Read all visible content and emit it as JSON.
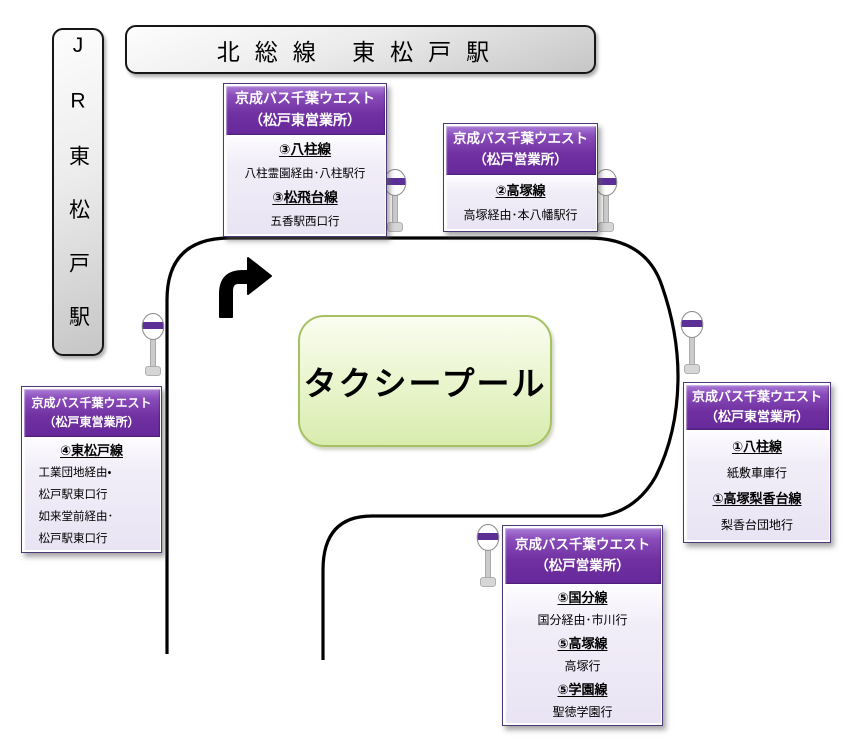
{
  "stations": {
    "jr": {
      "label": "JR東松戸駅"
    },
    "hokuso": {
      "label": "北総線 東松戸駅"
    }
  },
  "taxi_pool": {
    "label": "タクシープール"
  },
  "icons": {
    "bus_stop": "bus-stop-sign-icon",
    "turn_right": "turn-right-arrow-icon"
  },
  "colors": {
    "header_purple": "#7030a0",
    "body_lavender": "#e9e4f3",
    "bus_stop_band": "#5b2f96",
    "taxi_green_fill": "#d8ecae",
    "taxi_green_border": "#a6c161",
    "station_gray": "#d9d9d9",
    "road_black": "#000000"
  },
  "stop_boxes": [
    {
      "operator": "京成バス千葉ウエスト",
      "office": "（松戸東営業所）",
      "rows": [
        {
          "t": "route",
          "text": "③八柱線"
        },
        {
          "t": "dest",
          "text": "八柱霊園経由･八柱駅行"
        },
        {
          "t": "route",
          "text": "③松飛台線"
        },
        {
          "t": "dest",
          "text": "五香駅西口行"
        }
      ]
    },
    {
      "operator": "京成バス千葉ウエスト",
      "office": "（松戸営業所）",
      "rows": [
        {
          "t": "route",
          "text": "②高塚線"
        },
        {
          "t": "dest",
          "text": "高塚経由･本八幡駅行"
        }
      ]
    },
    {
      "operator": "京成バス千葉ウエスト",
      "office": "（松戸東営業所）",
      "dest_align": "left",
      "rows": [
        {
          "t": "route",
          "text": "④東松戸線"
        },
        {
          "t": "dest",
          "text": "工業団地経由・"
        },
        {
          "t": "dest",
          "text": "松戸駅東口行"
        },
        {
          "t": "dest",
          "text": "如来堂前経由･"
        },
        {
          "t": "dest",
          "text": "松戸駅東口行"
        }
      ]
    },
    {
      "operator": "京成バス千葉ウエスト",
      "office": "（松戸東営業所）",
      "rows": [
        {
          "t": "route",
          "text": "①八柱線"
        },
        {
          "t": "dest",
          "text": "紙敷車庫行"
        },
        {
          "t": "route",
          "text": "①高塚梨香台線"
        },
        {
          "t": "dest",
          "text": "梨香台団地行"
        }
      ]
    },
    {
      "operator": "京成バス千葉ウエスト",
      "office": "（松戸営業所）",
      "rows": [
        {
          "t": "route",
          "text": "⑤国分線"
        },
        {
          "t": "dest",
          "text": "国分経由･市川行"
        },
        {
          "t": "route",
          "text": "⑤高塚線"
        },
        {
          "t": "dest",
          "text": "高塚行"
        },
        {
          "t": "route",
          "text": "⑤学園線"
        },
        {
          "t": "dest",
          "text": "聖徳学園行"
        }
      ]
    }
  ]
}
